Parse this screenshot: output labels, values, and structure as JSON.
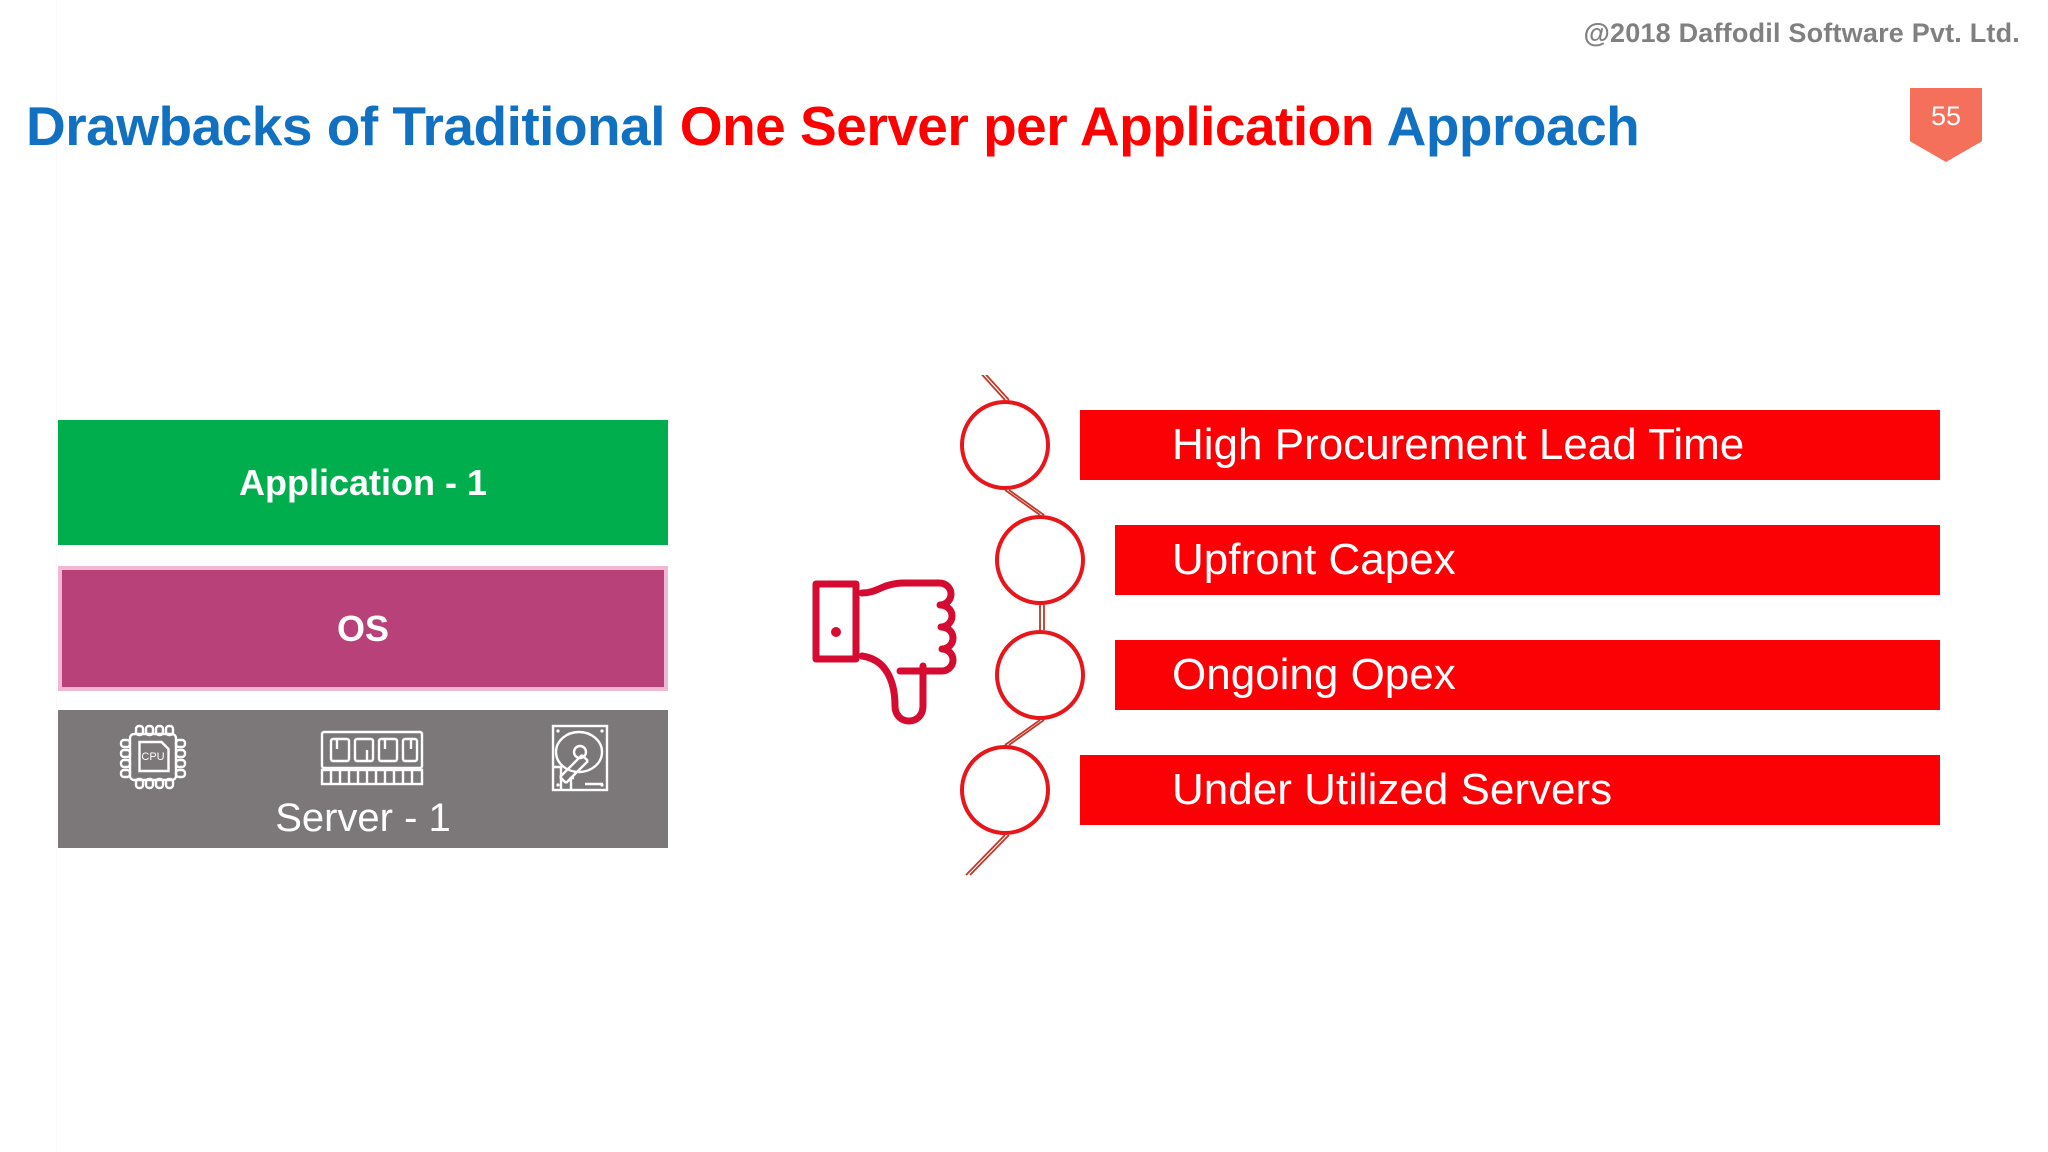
{
  "slide": {
    "copyright": "@2018 Daffodil Software Pvt. Ltd.",
    "page_number": "55",
    "title": {
      "part1": "Drawbacks of Traditional ",
      "part2": "One Server per Application ",
      "part3": "Approach"
    },
    "colors": {
      "title_blue": "#1270C0",
      "title_red": "#FF0000",
      "application_green": "#00AE4D",
      "os_magenta": "#B8417A",
      "server_gray": "#7C7879",
      "bar_red": "#FB0005",
      "badge_coral": "#F4705A",
      "copyright_gray": "#808080"
    }
  },
  "stack": {
    "application_label": "Application - 1",
    "os_label": "OS",
    "server_label": "Server - 1",
    "icons": [
      {
        "name": "cpu-icon",
        "text": "CPU"
      },
      {
        "name": "ram-icon",
        "text": ""
      },
      {
        "name": "hard-disk-icon",
        "text": ""
      }
    ]
  },
  "thumbs_down": {
    "name": "thumbs-down-icon"
  },
  "drawbacks": [
    {
      "label": "High Procurement Lead Time"
    },
    {
      "label": "Upfront Capex"
    },
    {
      "label": "Ongoing Opex"
    },
    {
      "label": "Under Utilized Servers"
    }
  ]
}
